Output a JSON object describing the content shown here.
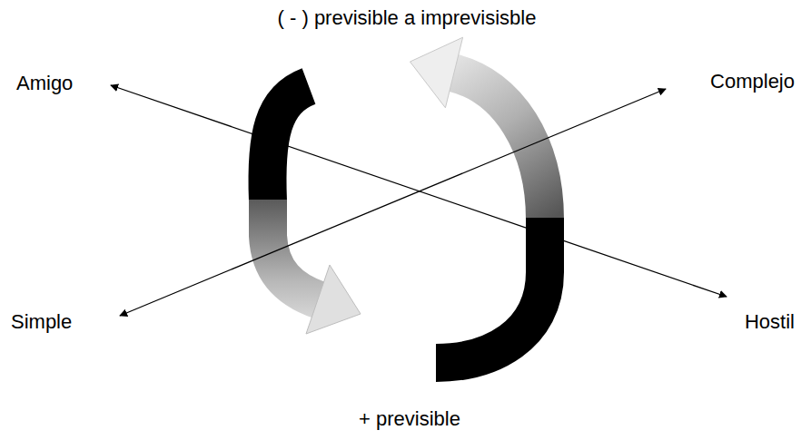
{
  "diagram": {
    "labels": [
      "( - ) previsible a imprevisisble",
      "Amigo",
      "Complejo",
      "Simple",
      "Hostil",
      "+ previsible"
    ]
  }
}
